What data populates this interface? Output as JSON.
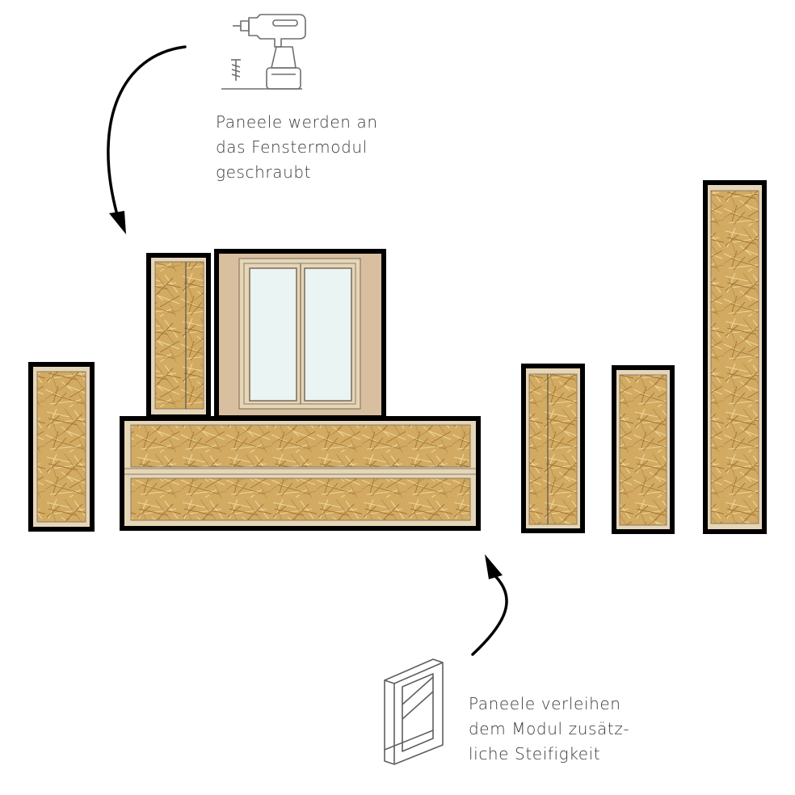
{
  "captions": {
    "top": {
      "line1": "Paneele werden an",
      "line2": "das Fenstermodul",
      "line3": "geschraubt"
    },
    "bottom": {
      "line1": "Paneele verleihen",
      "line2": "dem Modul zusätz-",
      "line3": "liche Steifigkeit"
    }
  },
  "icons": {
    "top": "drill-and-screw-icon",
    "bottom": "braced-timber-frame-icon"
  },
  "colors": {
    "outline": "#000000",
    "timber": "#e6d6b8",
    "straw": "#d2aa62",
    "straw_dark": "#9a6e2c",
    "straw_light": "#f0d89c",
    "window_frame": "#d8bfa0",
    "window_glass": "#eaf4f2",
    "line_art": "#6e6e6e"
  }
}
